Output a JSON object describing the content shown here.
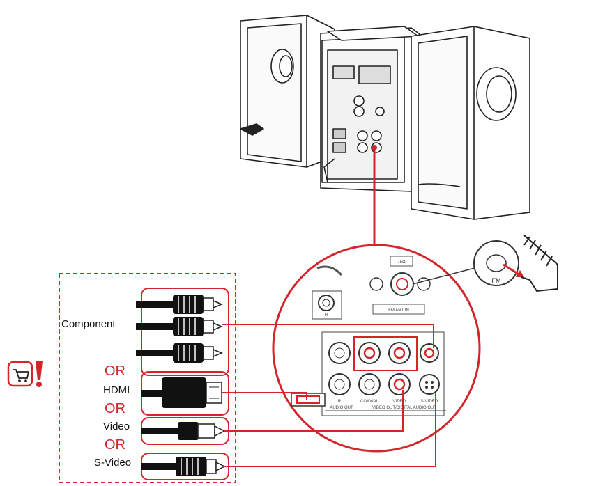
{
  "labels": {
    "component": "Component",
    "hdmi": "HDMI",
    "video": "Video",
    "svideo": "S-Video",
    "or": "OR",
    "fm": "FM",
    "ohm": "75Ω",
    "fm_ant_in": "FM ANT IN",
    "audio_out": "AUDIO OUT",
    "video_out_digital_audio_out": "VIDEO OUT/DIGITAL AUDIO OUT",
    "coaxial": "COAXIAL",
    "video_jack": "VIDEO",
    "svideo_jack": "S-VIDEO",
    "r": "R"
  },
  "colors": {
    "accent": "#d4252b",
    "line": "#222222",
    "cable": "#111111"
  },
  "icons": {
    "cart": "shopping-cart-icon",
    "warning": "exclamation-icon"
  }
}
